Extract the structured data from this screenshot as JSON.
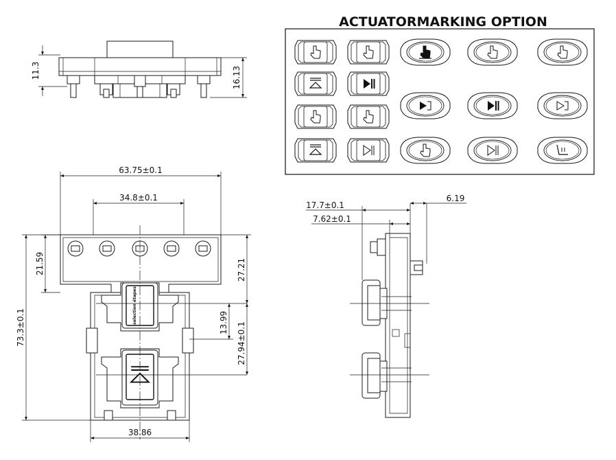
{
  "option_panel": {
    "title": "ACTUATORMARKING OPTION",
    "icons": [
      {
        "name": "hand-outline-icon",
        "shape": "small"
      },
      {
        "name": "hand-outline-icon",
        "shape": "small"
      },
      {
        "name": "hand-filled-icon",
        "shape": "oval"
      },
      {
        "name": "hand-outline-icon",
        "shape": "oval"
      },
      {
        "name": "hand-outline-icon",
        "shape": "oval"
      },
      {
        "name": "eject-icon",
        "shape": "small"
      },
      {
        "name": "play-pause-filled-icon",
        "shape": "small"
      },
      {
        "name": "hand-outline-icon",
        "shape": "small"
      },
      {
        "name": "hand-outline-icon",
        "shape": "small"
      },
      {
        "name": "play-forward-icon",
        "shape": "oval"
      },
      {
        "name": "play-pause-filled-icon",
        "shape": "oval"
      },
      {
        "name": "play-forward-outline-icon",
        "shape": "oval"
      },
      {
        "name": "eject-icon",
        "shape": "small"
      },
      {
        "name": "play-pause-outline-icon",
        "shape": "small"
      },
      {
        "name": "hand-outline-icon",
        "shape": "oval"
      },
      {
        "name": "play-pause-outline-icon",
        "shape": "oval"
      },
      {
        "name": "seat-recline-icon",
        "shape": "oval"
      }
    ]
  },
  "top_view": {
    "dim_height_left": "11.3",
    "dim_height_right": "16.13"
  },
  "front_view": {
    "dim_width_top": "63.75±0.1",
    "dim_pin_spacing": "34.8±0.1",
    "dim_flange_height": "21.59",
    "dim_total_height": "73.3±0.1",
    "dim_right_upper": "27.21",
    "dim_center_spacing": "13.99",
    "dim_right_lower": "27.94±0.1",
    "dim_width_bottom": "38.86",
    "actuator_upper_text": "selection étapes",
    "actuator_lower_icon": "eject-icon"
  },
  "side_view": {
    "dim_depth_a": "17.7±0.1",
    "dim_depth_b": "7.62±0.1",
    "dim_offset": "6.19"
  }
}
